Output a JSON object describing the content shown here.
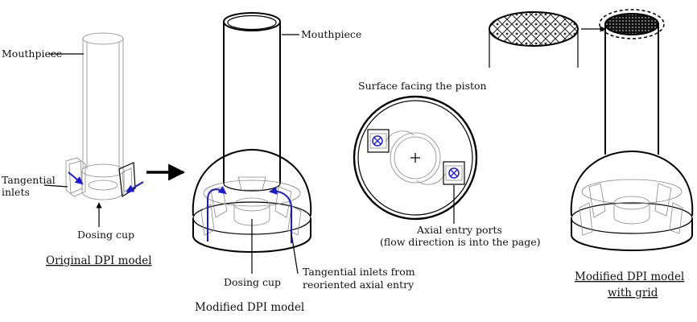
{
  "labels": {
    "mouthpiece_1": "Mouthpiece",
    "tangential_inlets_1": "Tangential",
    "tangential_inlets_2": "inlets",
    "dosing_cup_1": "Dosing cup",
    "original_caption": "Original DPI model",
    "mouthpiece_2": "Mouthpiece",
    "dosing_cup_2": "Dosing cup",
    "tangential_reoriented_1": "Tangential inlets from",
    "tangential_reoriented_2": "reoriented axial entry",
    "modified_caption": "Modified DPI model",
    "surface_title": "Surface facing the piston",
    "axial_ports_1": "Axial entry ports",
    "axial_ports_2": "(flow direction is into the page)",
    "grid_caption_1": "Modified DPI model",
    "grid_caption_2": "with grid"
  },
  "colors": {
    "flow_arrow": "#1a1ad0",
    "line": "#000000",
    "hidden_line": "#8a8a8a"
  },
  "icons": {
    "axial_port": "circled-x-icon",
    "center": "plus-icon"
  }
}
